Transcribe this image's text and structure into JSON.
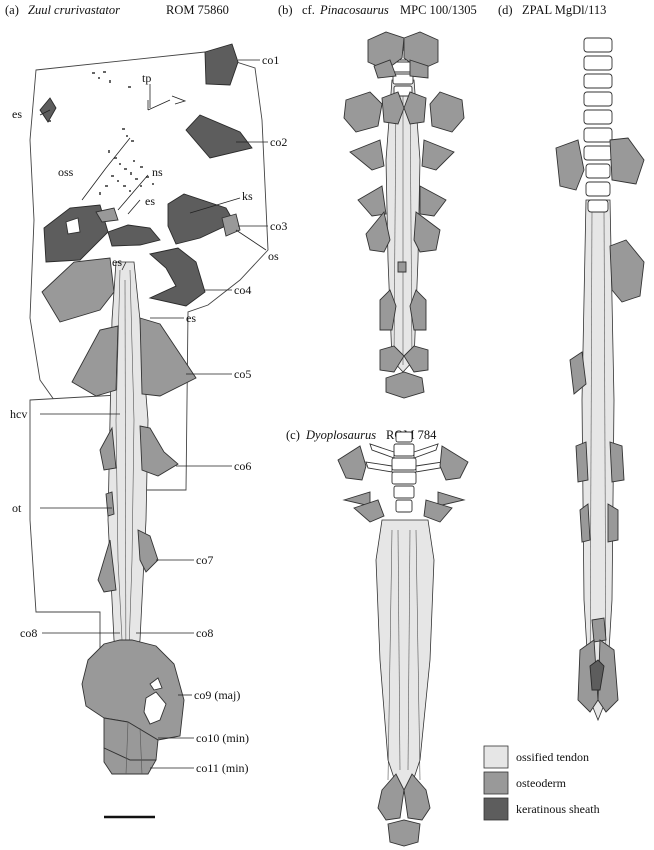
{
  "panels": {
    "a": {
      "letter": "(a)",
      "taxon": "Zuul crurivastator",
      "specimen": "ROM 75860"
    },
    "b": {
      "letter": "(b)",
      "prefix": "cf.",
      "taxon": "Pinacosaurus",
      "specimen": "MPC 100/1305"
    },
    "c": {
      "letter": "(c)",
      "taxon": "Dyoplosaurus",
      "specimen": "ROM 784"
    },
    "d": {
      "letter": "(d)",
      "specimen": "ZPAL MgDl/113"
    }
  },
  "labels": {
    "co1": "co1",
    "co2": "co2",
    "co3": "co3",
    "co4": "co4",
    "co5": "co5",
    "co6": "co6",
    "co7": "co7",
    "co8_left": "co8",
    "co8_right": "co8",
    "co9": "co9 (maj)",
    "co10": "co10 (min)",
    "co11": "co11 (min)",
    "tp": "tp",
    "es_1": "es",
    "es_2": "es",
    "es_3": "es",
    "es_4": "es",
    "oss": "oss",
    "ns": "ns",
    "ks": "ks",
    "os": "os",
    "hcv": "hcv",
    "ot": "ot"
  },
  "legend": [
    {
      "label": "ossified tendon",
      "color": "#e6e6e6"
    },
    {
      "label": "osteoderm",
      "color": "#999999"
    },
    {
      "label": "keratinous sheath",
      "color": "#5d5d5d"
    }
  ]
}
